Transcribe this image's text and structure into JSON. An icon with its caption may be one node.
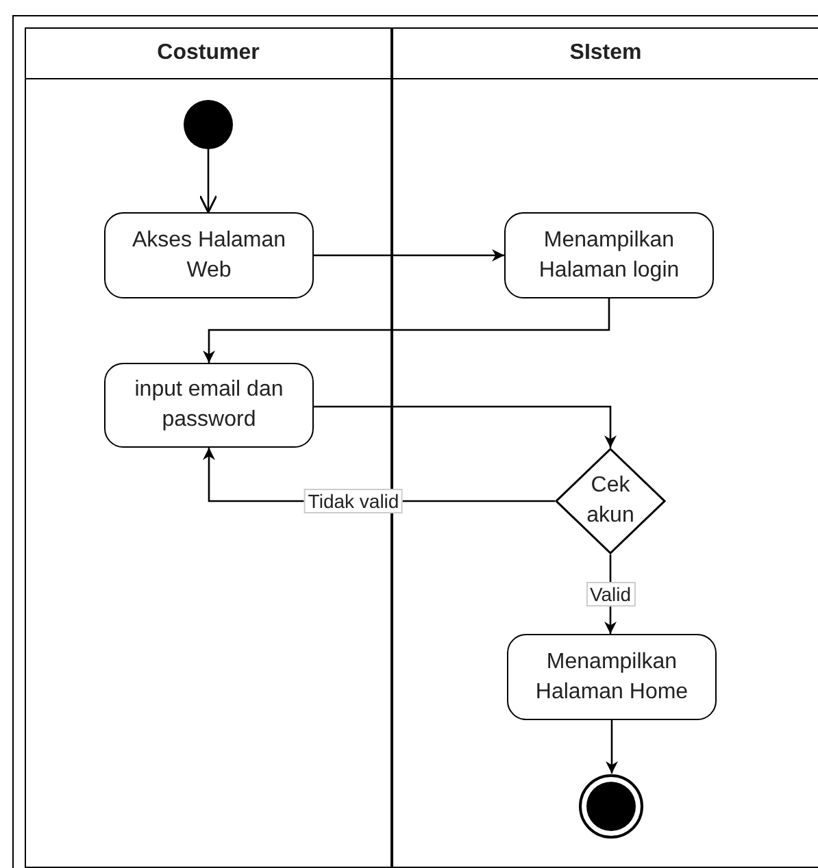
{
  "diagram": {
    "nodes": [
      {
        "text": [
          "Costumer"
        ]
      },
      {
        "text": [
          "SIstem"
        ]
      },
      {
        "text": [],
        "shape": "circle",
        "in": 0
      },
      {
        "text": [
          "Akses Halaman Web"
        ],
        "in": 0
      },
      {
        "text": [
          "Menampilkan Halaman login"
        ],
        "in": 1
      },
      {
        "text": [
          "input email dan password"
        ],
        "in": 0
      },
      {
        "text": [
          "Cek akun"
        ],
        "in": 1
      },
      {
        "text": [
          "Menampilkan Halaman Home"
        ],
        "in": 1
      },
      {
        "text": [],
        "shape": "circle",
        "in": 1
      }
    ],
    "edges": [
      {
        "from": 2,
        "to": 3,
        "arrow": "to"
      },
      {
        "from": 3,
        "to": 4,
        "arrow": "to"
      },
      {
        "from": 4,
        "to": 5,
        "arrow": "to"
      },
      {
        "from": 5,
        "to": 6,
        "arrow": "to"
      },
      {
        "from": 6,
        "to": 5,
        "arrow": "to",
        "label": "Tidak valid"
      },
      {
        "from": 6,
        "to": 7,
        "arrow": "to",
        "label": "Valid"
      },
      {
        "from": 7,
        "to": 8,
        "arrow": "to"
      }
    ]
  }
}
